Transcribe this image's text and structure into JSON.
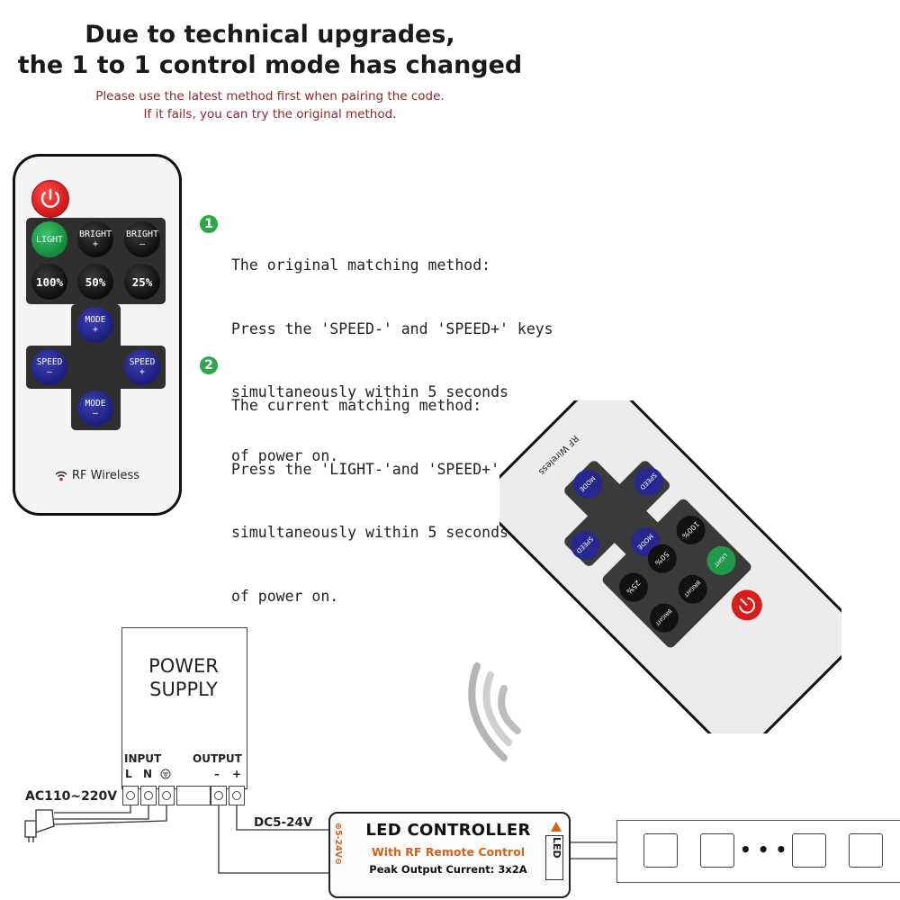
{
  "header": {
    "title_line1": "Due to technical upgrades,",
    "title_line2": "the 1 to 1 control mode has changed",
    "note_line1": "Please use the latest method first when pairing the code.",
    "note_line2": "If it fails, you can try the original method."
  },
  "remote": {
    "keys_top": [
      {
        "label": "LIGHT",
        "sub": ""
      },
      {
        "label": "BRIGHT",
        "sub": "+"
      },
      {
        "label": "BRIGHT",
        "sub": "–"
      }
    ],
    "keys_pct": [
      "100%",
      "50%",
      "25%"
    ],
    "mode_plus": {
      "label": "MODE",
      "sub": "+"
    },
    "mode_minus": {
      "label": "MODE",
      "sub": "–"
    },
    "speed_left": {
      "label": "SPEED",
      "sub": "–"
    },
    "speed_right": {
      "label": "SPEED",
      "sub": "+"
    },
    "rf_label": "RF Wireless",
    "accent_power": "#d81b1b",
    "accent_light": "#1f9a4a",
    "accent_blue": "#26288f"
  },
  "steps": [
    {
      "num": "1",
      "lines": [
        "The original matching method:",
        "Press the 'SPEED-' and 'SPEED+' keys",
        "simultaneously within 5 seconds",
        "of power on."
      ]
    },
    {
      "num": "2",
      "lines": [
        "The current matching method:",
        "Press the 'LIGHT-'and 'SPEED+'  keys",
        "simultaneously within 5 seconds",
        "of power on."
      ]
    }
  ],
  "remote_tilted": {
    "rf_label": "RF Wireless",
    "keys": [
      "MODE",
      "SPEED",
      "MODE",
      "SPEED",
      "25%",
      "BRIGHT",
      "50%",
      "BRIGHT",
      "100%",
      "LIGHT"
    ]
  },
  "wiring": {
    "psu_line1": "POWER",
    "psu_line2": "SUPPLY",
    "input_label": "INPUT",
    "output_label": "OUTPUT",
    "l": "L",
    "n": "N",
    "minus": "–",
    "plus": "+",
    "ac_label": "AC110~220V",
    "dc_label": "DC5-24V",
    "ctrl_title": "LED CONTROLLER",
    "ctrl_sub": "With RF Remote Control",
    "ctrl_peak": "Peak Output Current: 3x2A",
    "ctrl_side_left": "⊕5-24V⊖",
    "ctrl_side_right": "LED",
    "strip_dots": "• • • •"
  }
}
